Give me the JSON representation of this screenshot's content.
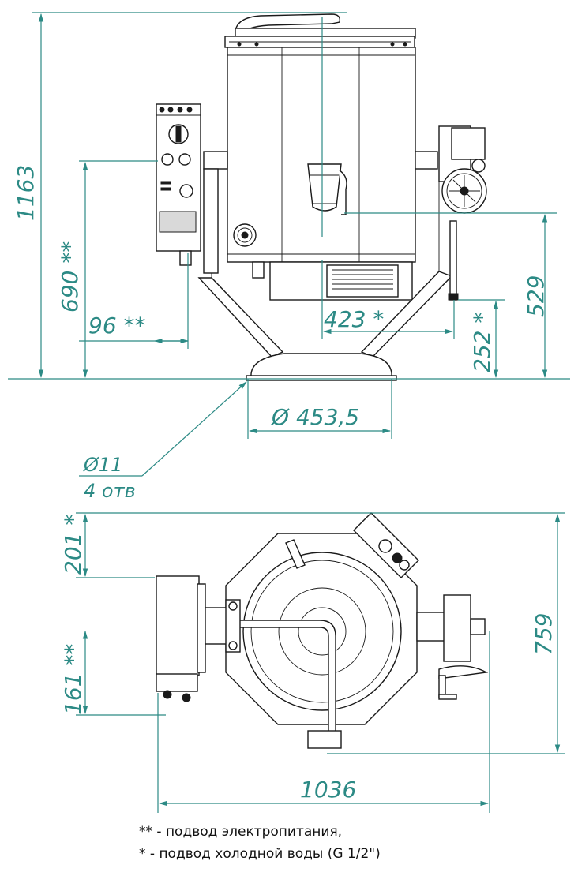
{
  "colors": {
    "dimension": "#2c8a85",
    "outline": "#1a1a1a"
  },
  "front_view": {
    "dim_height_total": "1163",
    "dim_height_power": "690 **",
    "dim_offset_power": "96 **",
    "dim_height_right": "529",
    "dim_height_water": "252 *",
    "dim_width_water": "423 *",
    "dim_base_diameter": "Ø 453,5",
    "dim_hole_diameter": "Ø11",
    "dim_hole_count": "4 отв"
  },
  "top_view": {
    "dim_water_offset": "201 *",
    "dim_power_offset": "161 **",
    "dim_depth": "759",
    "dim_width": "1036"
  },
  "notes": {
    "power": "** - подвод электропитания,",
    "water": "* - подвод холодной воды (G 1/2\")"
  }
}
